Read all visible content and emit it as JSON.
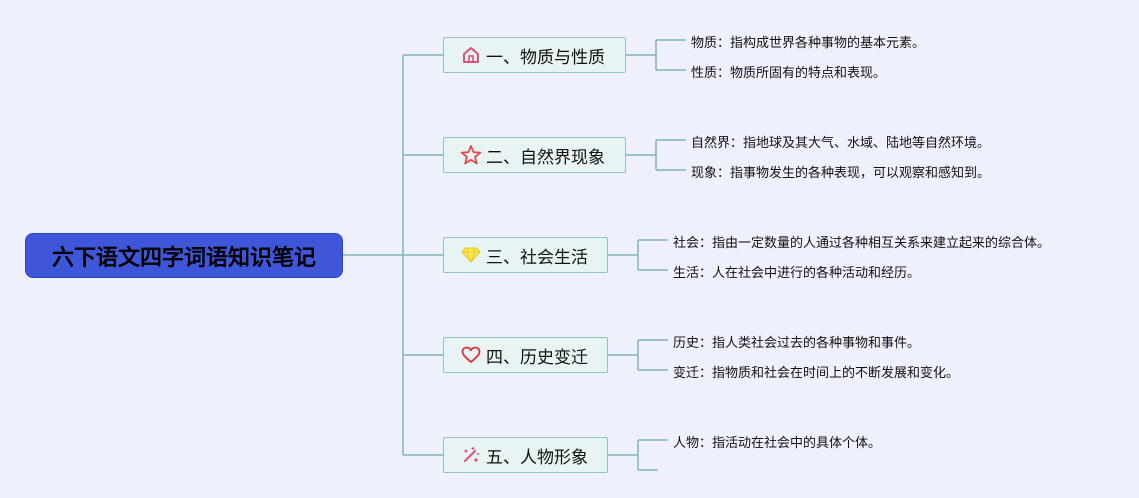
{
  "root": {
    "title": "六下语文四字词语知识笔记"
  },
  "branches": [
    {
      "label": "一、物质与性质",
      "icon": "home-icon",
      "color": "#e0507a",
      "leaves": [
        "物质：指构成世界各种事物的基本元素。",
        "性质：物质所固有的特点和表现。"
      ]
    },
    {
      "label": "二、自然界现象",
      "icon": "star-icon",
      "color": "#e24a4a",
      "leaves": [
        "自然界：指地球及其大气、水域、陆地等自然环境。",
        "现象：指事物发生的各种表现，可以观察和感知到。"
      ]
    },
    {
      "label": "三、社会生活",
      "icon": "diamond-icon",
      "color": "#f2d93a",
      "leaves": [
        "社会：指由一定数量的人通过各种相互关系来建立起来的综合体。",
        "生活：人在社会中进行的各种活动和经历。"
      ]
    },
    {
      "label": "四、历史变迁",
      "icon": "heart-icon",
      "color": "#d9323c",
      "leaves": [
        "历史：指人类社会过去的各种事物和事件。",
        "变迁：指物质和社会在时间上的不断发展和变化。"
      ]
    },
    {
      "label": "五、人物形象",
      "icon": "sparkle-icon",
      "color": "#e0507a",
      "leaves": [
        "人物：指活动在社会中的具体个体。",
        ""
      ]
    }
  ]
}
